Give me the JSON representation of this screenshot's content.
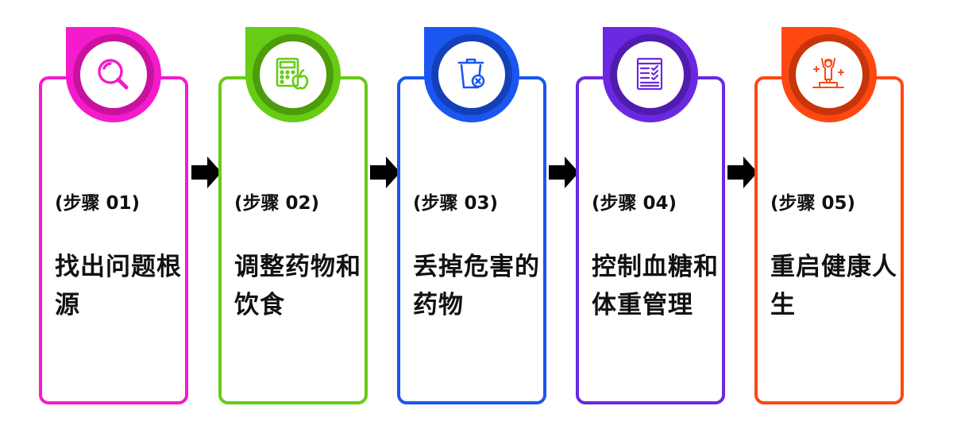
{
  "steps": [
    {
      "label": "(步骤 01)",
      "title": "找出问题根源",
      "color": "#f41bcc",
      "dark": "#c8129f",
      "icon": "magnifier-icon"
    },
    {
      "label": "(步骤 02)",
      "title": "调整药物和饮食",
      "color": "#66cc14",
      "dark": "#4c9c0c",
      "icon": "calculator-apple-icon"
    },
    {
      "label": "(步骤 03)",
      "title": "丢掉危害的药物",
      "color": "#1a56f0",
      "dark": "#1340b8",
      "icon": "trash-can-icon"
    },
    {
      "label": "(步骤 04)",
      "title": "控制血糖和体重管理",
      "color": "#6b28e0",
      "dark": "#501cae",
      "icon": "checklist-icon"
    },
    {
      "label": "(步骤 05)",
      "title": "重启健康人生",
      "color": "#ff4712",
      "dark": "#c9350a",
      "icon": "person-on-podium-icon"
    }
  ]
}
